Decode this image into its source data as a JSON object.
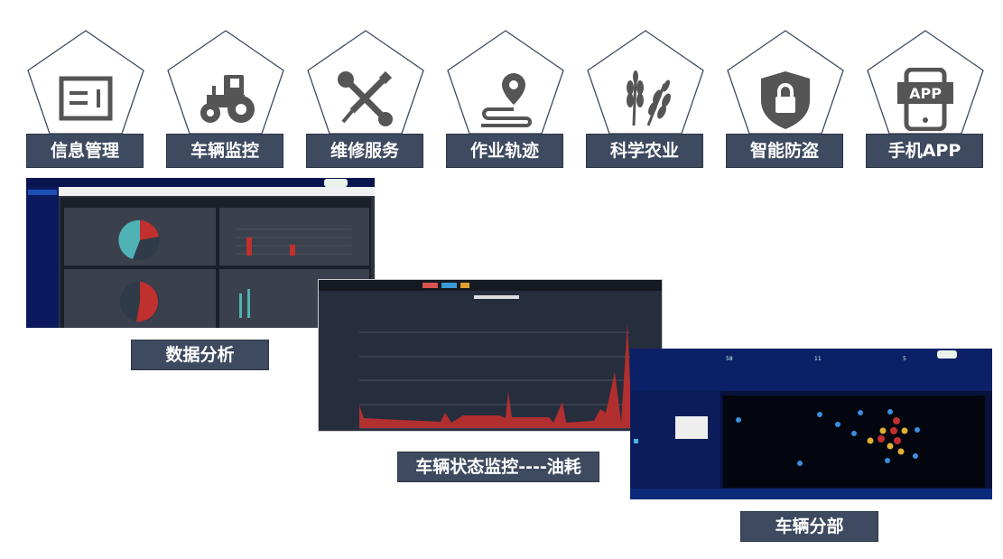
{
  "features": [
    {
      "label": "信息管理",
      "icon": "info-panel-icon"
    },
    {
      "label": "车辆监控",
      "icon": "tractor-icon"
    },
    {
      "label": "维修服务",
      "icon": "wrench-screwdriver-icon"
    },
    {
      "label": "作业轨迹",
      "icon": "map-pin-route-icon"
    },
    {
      "label": "科学农业",
      "icon": "wheat-icon"
    },
    {
      "label": "智能防盗",
      "icon": "shield-lock-icon"
    },
    {
      "label": "手机APP",
      "icon": "phone-app-icon",
      "icon_text": "APP"
    }
  ],
  "screenshots": [
    {
      "label": "数据分析"
    },
    {
      "label": "车辆状态监控----油耗"
    },
    {
      "label": "车辆分部",
      "stats": [
        "58",
        "11",
        "5"
      ]
    }
  ],
  "colors": {
    "label_bg": "#3d4a5f",
    "icon": "#555555",
    "chart_red": "#c0302f",
    "chart_teal": "#4fb3b5",
    "map_bg": "#06123a"
  }
}
